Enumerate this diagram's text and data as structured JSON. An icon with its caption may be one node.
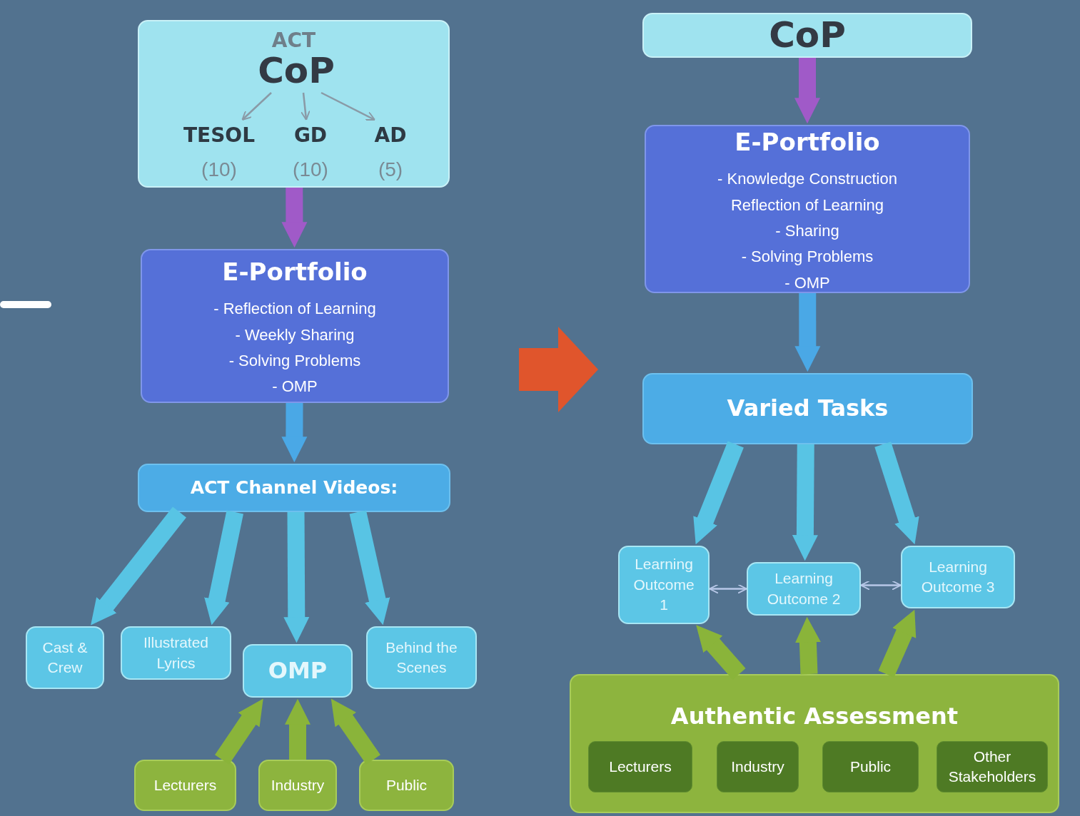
{
  "diagram": {
    "nodes": [
      {
        "text": [
          "ACT"
        ]
      },
      {
        "text": [
          "CoP"
        ],
        "in": 0
      },
      {
        "text": [
          "TESOL",
          "(10)"
        ],
        "in": 0
      },
      {
        "text": [
          "GD",
          "(10)"
        ],
        "in": 0
      },
      {
        "text": [
          "AD",
          "(5)"
        ],
        "in": 0
      },
      {
        "text": [
          "E-Portfolio",
          "- Reflection of Learning",
          "- Weekly Sharing",
          "- Solving Problems",
          "- OMP"
        ]
      },
      {
        "text": [
          "ACT Channel Videos:"
        ]
      },
      {
        "text": [
          "Cast & Crew"
        ]
      },
      {
        "text": [
          "Illustrated Lyrics"
        ]
      },
      {
        "text": [
          "OMP"
        ]
      },
      {
        "text": [
          "Behind the Scenes"
        ]
      },
      {
        "text": [
          "Lecturers"
        ]
      },
      {
        "text": [
          "Industry"
        ]
      },
      {
        "text": [
          "Public"
        ]
      },
      {
        "text": [
          "CoP"
        ]
      },
      {
        "text": [
          "E-Portfolio",
          "- Knowledge Construction",
          "Reflection of Learning",
          "- Sharing",
          "- Solving Problems",
          "- OMP"
        ]
      },
      {
        "text": [
          "Varied Tasks"
        ]
      },
      {
        "text": [
          "Learning Outcome 1"
        ]
      },
      {
        "text": [
          "Learning Outcome 2"
        ]
      },
      {
        "text": [
          "Learning Outcome 3"
        ]
      },
      {
        "text": [
          "Authentic Assessment"
        ]
      },
      {
        "text": [
          "Lecturers"
        ],
        "in": 20
      },
      {
        "text": [
          "Industry"
        ],
        "in": 20
      },
      {
        "text": [
          "Public"
        ],
        "in": 20
      },
      {
        "text": [
          "Other Stakeholders"
        ],
        "in": 20
      }
    ],
    "edges": [
      {
        "from": 1,
        "to": 2,
        "arrow": "to",
        "color": "#8a9aa6"
      },
      {
        "from": 1,
        "to": 3,
        "arrow": "to",
        "color": "#8a9aa6"
      },
      {
        "from": 1,
        "to": 4,
        "arrow": "to",
        "color": "#8a9aa6"
      },
      {
        "from": 0,
        "to": 5,
        "arrow": "to",
        "color": "#a05ac8"
      },
      {
        "from": 5,
        "to": 6,
        "arrow": "to",
        "color": "#4aa8e6"
      },
      {
        "from": 6,
        "to": 7,
        "arrow": "to",
        "color": "#58c4e4"
      },
      {
        "from": 6,
        "to": 8,
        "arrow": "to",
        "color": "#58c4e4"
      },
      {
        "from": 6,
        "to": 9,
        "arrow": "to",
        "color": "#58c4e4"
      },
      {
        "from": 6,
        "to": 10,
        "arrow": "to",
        "color": "#58c4e4"
      },
      {
        "from": 11,
        "to": 9,
        "arrow": "to",
        "color": "#8ab43a"
      },
      {
        "from": 12,
        "to": 9,
        "arrow": "to",
        "color": "#8ab43a"
      },
      {
        "from": 13,
        "to": 9,
        "arrow": "to",
        "color": "#8ab43a"
      },
      {
        "from": 14,
        "to": 15,
        "arrow": "to",
        "color": "#a05ac8"
      },
      {
        "from": 15,
        "to": 16,
        "arrow": "to",
        "color": "#4aa8e6"
      },
      {
        "from": 16,
        "to": 17,
        "arrow": "to",
        "color": "#58c4e4"
      },
      {
        "from": 16,
        "to": 18,
        "arrow": "to",
        "color": "#58c4e4"
      },
      {
        "from": 16,
        "to": 19,
        "arrow": "to",
        "color": "#58c4e4"
      },
      {
        "from": 17,
        "to": 18,
        "arrow": "both",
        "color": "#b8c8e8"
      },
      {
        "from": 18,
        "to": 19,
        "arrow": "both",
        "color": "#b8c8e8"
      },
      {
        "from": 20,
        "to": 17,
        "arrow": "to",
        "color": "#8ab43a"
      },
      {
        "from": 20,
        "to": 18,
        "arrow": "to",
        "color": "#8ab43a"
      },
      {
        "from": 20,
        "to": 19,
        "arrow": "to",
        "color": "#8ab43a"
      }
    ]
  }
}
